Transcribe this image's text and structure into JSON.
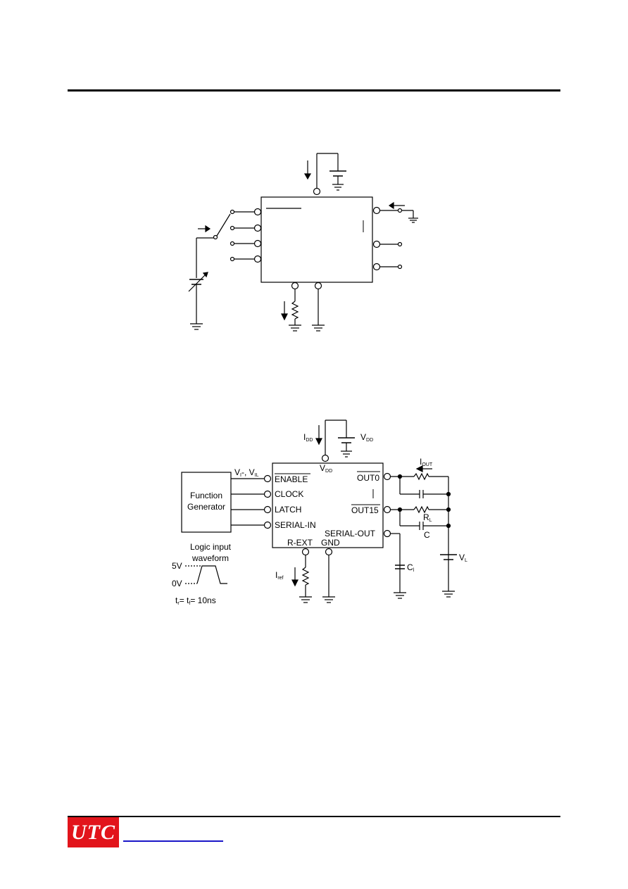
{
  "figure2": {
    "vdd_label": "V",
    "vdd_sub": "DD",
    "idd_label": "I",
    "idd_sub": "DD",
    "vdd_pin_label": "V",
    "vdd_pin_sub": "DD",
    "function_generator": [
      "Function",
      "Generator"
    ],
    "vih_vil_label": "V",
    "vih_sub": "I",
    "vih_sep": "-, V",
    "vil_sub": "IL",
    "pin_enable": "ENABLE",
    "pin_clock": "CLOCK",
    "pin_latch": "LATCH",
    "pin_serial_in": "SERIAL-IN",
    "pin_out0": "OUT0",
    "pin_dots": "|",
    "pin_out15": "OUT15",
    "pin_serial_out": "SERIAL-OUT",
    "pin_rext": "R-EXT",
    "pin_gnd": "GND",
    "iout_label": "I",
    "iout_sub": "OUT",
    "rl_label": "R",
    "rl_sub": "L",
    "c_label": "C",
    "cl_label": "C",
    "cl_sub": "l",
    "vl_label": "V",
    "vl_sub": "L",
    "iref_label": "I",
    "iref_sub": "ref",
    "waveform_title": [
      "Logic input",
      "waveform"
    ],
    "wave_5v": "5V",
    "wave_0v": "0V",
    "rise_fall_t1": "t",
    "rise_fall_s1": "r",
    "rise_fall_t2": "= t",
    "rise_fall_s2": "f",
    "rise_fall_value": "= 10ns"
  },
  "footer": {
    "logo_text": "UTC"
  }
}
